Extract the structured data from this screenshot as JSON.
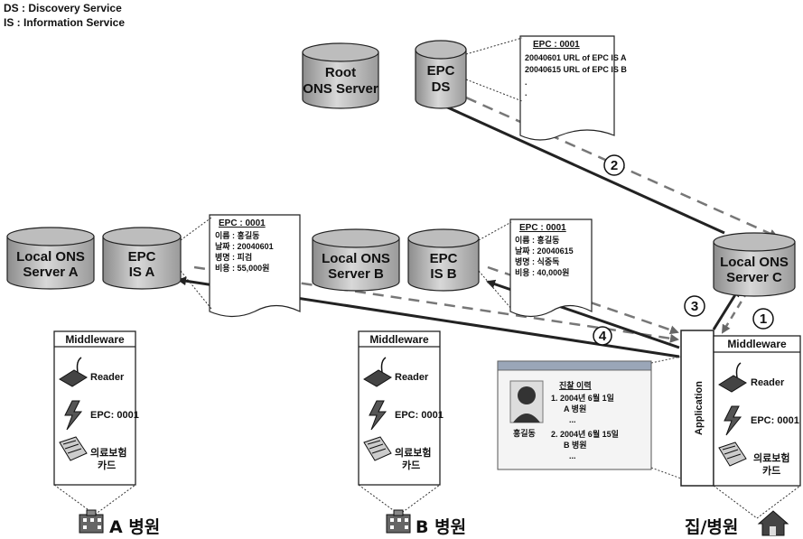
{
  "legend": {
    "ds": "DS : Discovery Service",
    "is": "IS : Information Service"
  },
  "servers": {
    "root_ons": [
      "Root",
      "ONS Server"
    ],
    "epc_ds": [
      "EPC",
      "DS"
    ],
    "local_ons_a": [
      "Local ONS",
      "Server A"
    ],
    "epc_is_a": [
      "EPC",
      "IS A"
    ],
    "local_ons_b": [
      "Local ONS",
      "Server B"
    ],
    "epc_is_b": [
      "EPC",
      "IS B"
    ],
    "local_ons_c": [
      "Local ONS",
      "Server C"
    ]
  },
  "docs": {
    "ds": {
      "title": "EPC : 0001",
      "lines": [
        "20040601 URL of EPC IS A",
        "20040615 URL of EPC IS B",
        ".",
        "."
      ]
    },
    "is_a": {
      "title": "EPC : 0001",
      "lines": [
        "이름 : 홍길동",
        "날짜 : 20040601",
        "병명 : 피검",
        "비용 : 55,000원"
      ]
    },
    "is_b": {
      "title": "EPC : 0001",
      "lines": [
        "이름 : 홍길동",
        "날짜 : 20040615",
        "병명 : 식중독",
        "비용 : 40,000원"
      ]
    }
  },
  "middleware": {
    "title": "Middleware",
    "reader": "Reader",
    "epc": "EPC: 0001",
    "card": [
      "의료보험",
      "카드"
    ]
  },
  "application": "Application",
  "history": {
    "title": "진찰 이력",
    "name": "홍길동",
    "entries": [
      "1. 2004년 6월 1일",
      "A 병원",
      "...",
      "2. 2004년 6월 15일",
      "B 병원",
      "..."
    ]
  },
  "steps": [
    "1",
    "2",
    "3",
    "4"
  ],
  "sites": {
    "a": "A 병원",
    "b": "B 병원",
    "c": "집/병원"
  }
}
